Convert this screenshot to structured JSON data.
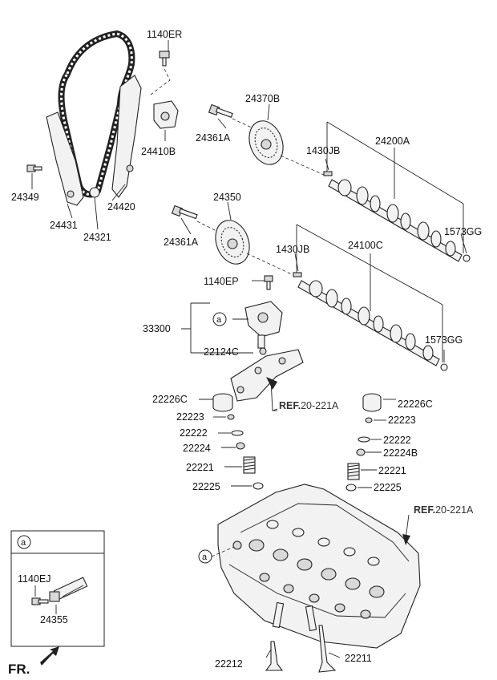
{
  "labels": {
    "p1140ER": "1140ER",
    "p24370B": "24370B",
    "p24361A_1": "24361A",
    "p24410B": "24410B",
    "p1430JB_1": "1430JB",
    "p24200A": "24200A",
    "p24349": "24349",
    "p24420": "24420",
    "p24431": "24431",
    "p24321": "24321",
    "p1573GG_1": "1573GG",
    "p24350": "24350",
    "p24361A_2": "24361A",
    "p1430JB_2": "1430JB",
    "p24100C": "24100C",
    "p1140EP": "1140EP",
    "p33300": "33300",
    "p22124C": "22124C",
    "p1573GG_2": "1573GG",
    "p22226C_L": "22226C",
    "p22226C_R": "22226C",
    "p22223_L": "22223",
    "p22223_R": "22223",
    "p22222_L": "22222",
    "p22222_R": "22222",
    "p22224": "22224",
    "p22224B": "22224B",
    "p22221_L": "22221",
    "p22221_R": "22221",
    "p22225_L": "22225",
    "p22225_R": "22225",
    "p22212": "22212",
    "p22211": "22211",
    "p1140EJ": "1140EJ",
    "p24355": "24355"
  },
  "refs": {
    "ref1_prefix": "REF.",
    "ref1_num": "20-221A",
    "ref2_prefix": "REF.",
    "ref2_num": "20-221A"
  },
  "markers": {
    "a": "a"
  },
  "front": {
    "label": "FR."
  }
}
